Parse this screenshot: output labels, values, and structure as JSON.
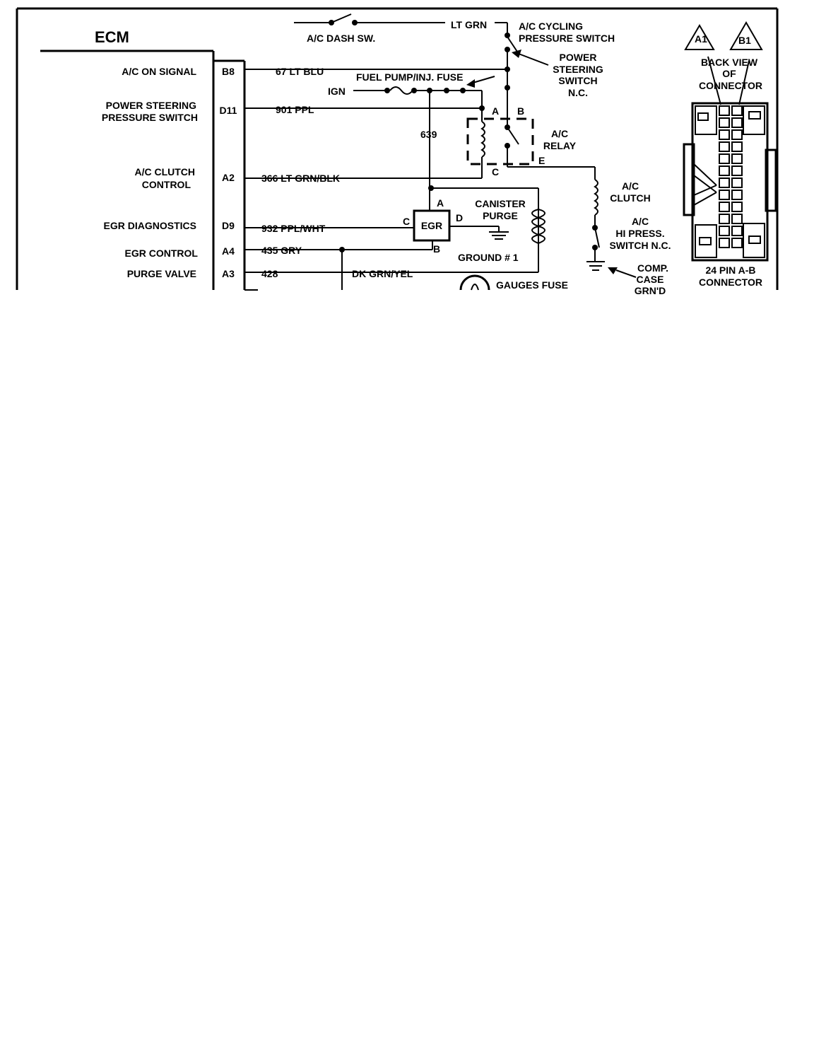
{
  "ecm": {
    "title": "ECM",
    "pins": [
      {
        "label": "A/C ON SIGNAL",
        "pin": "B8",
        "wire": "67 LT BLU"
      },
      {
        "label": "POWER STEERING",
        "label2": "PRESSURE SWITCH",
        "pin": "D11",
        "wire": "901 PPL"
      },
      {
        "label": "A/C CLUTCH",
        "label2": "CONTROL",
        "pin": "A2",
        "wire": "366 LT GRN/BLK"
      },
      {
        "label": "EGR DIAGNOSTICS",
        "pin": "D9",
        "wire": "932 PPL/WHT"
      },
      {
        "label": "EGR CONTROL",
        "pin": "A4",
        "wire": "435 GRY"
      },
      {
        "label": "PURGE VALVE",
        "pin": "A3",
        "wire": "428"
      }
    ]
  },
  "labels": {
    "ac_dash_sw": "A/C DASH SW.",
    "lt_grn": "LT GRN",
    "ac_cycling_1": "A/C CYCLING",
    "ac_cycling_2": "PRESSURE SWITCH",
    "ps_switch_1": "POWER",
    "ps_switch_2": "STEERING",
    "ps_switch_3": "SWITCH",
    "ps_switch_4": "N.C.",
    "fuel_fuse": "FUEL PUMP/INJ. FUSE",
    "ign": "IGN",
    "wire_639": "639",
    "relay_1": "A/C",
    "relay_2": "RELAY",
    "term_a": "A",
    "term_b": "B",
    "term_c": "C",
    "term_e": "E",
    "clutch_1": "A/C",
    "clutch_2": "CLUTCH",
    "hipress_1": "A/C",
    "hipress_2": "HI PRESS.",
    "hipress_3": "SWITCH N.C.",
    "comp_1": "COMP.",
    "comp_2": "CASE",
    "comp_3": "GRN'D",
    "canister_1": "CANISTER",
    "canister_2": "PURGE",
    "egr": "EGR",
    "egr_a": "A",
    "egr_b": "B",
    "egr_c": "C",
    "egr_d": "D",
    "ground1": "GROUND # 1",
    "dk_grn_yel": "DK GRN/YEL",
    "gauges_fuse": "GAUGES FUSE"
  },
  "connector": {
    "a1": "A1",
    "b1": "B1",
    "back_view_1": "BACK VIEW",
    "back_view_2": "OF",
    "back_view_3": "CONNECTOR",
    "name_1": "24 PIN  A-B",
    "name_2": "CONNECTOR"
  }
}
